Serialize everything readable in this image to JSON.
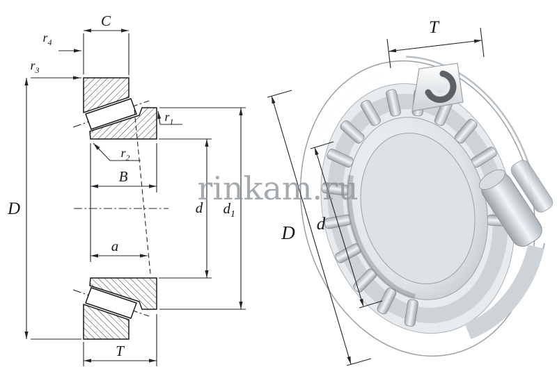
{
  "watermark": {
    "text": "rinkam.ru",
    "color": "#8e959b"
  },
  "left_view": {
    "name": "tapered roller bearing cross-section",
    "labels": {
      "C": "C",
      "r4_base": "r",
      "r4_sub": "4",
      "r3_base": "r",
      "r3_sub": "3",
      "D": "D",
      "r1_base": "r",
      "r1_sub": "1",
      "r2_base": "r",
      "r2_sub": "2",
      "B": "B",
      "d": "d",
      "d1_base": "d",
      "d1_sub": "1",
      "a": "a",
      "T": "T"
    }
  },
  "right_view": {
    "name": "tapered roller bearing 3d view",
    "labels": {
      "T": "T",
      "D": "D",
      "d": "d"
    }
  },
  "colors": {
    "line": "#20262b",
    "metal_light": "#f4f6f7",
    "metal_mid": "#c6ccd1",
    "metal_dark": "#8f979d"
  }
}
